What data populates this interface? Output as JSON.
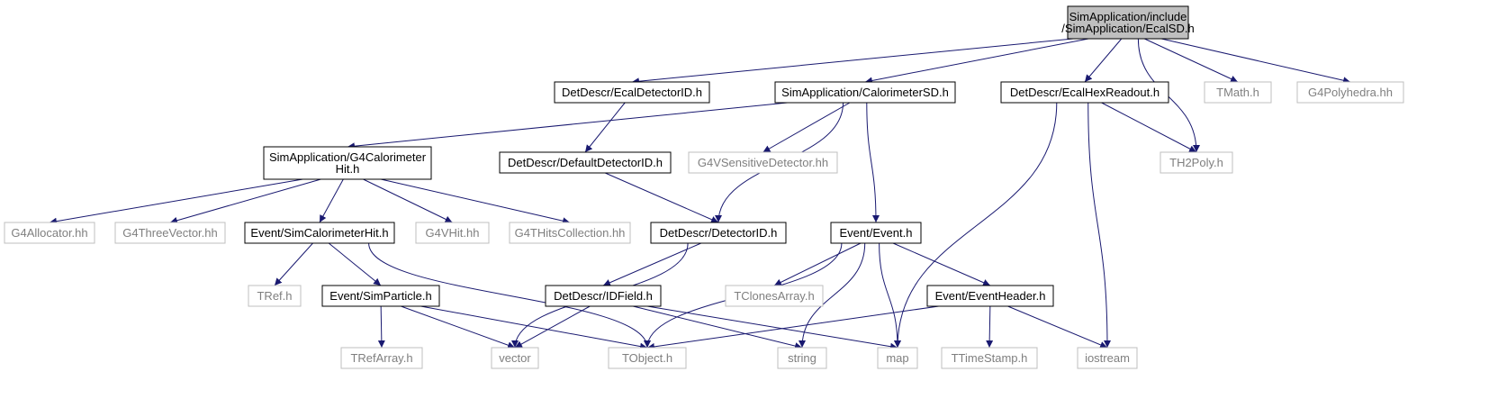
{
  "colors": {
    "background": "#ffffff",
    "edge": "#191970",
    "node_border": "#000000",
    "external_border": "#bfbfbf",
    "root_fill": "#bfbfbf",
    "node_fill": "#ffffff",
    "text": "#000000",
    "external_text": "#7f7f7f"
  },
  "nodes": [
    {
      "id": "ecalsd",
      "lines": [
        "SimApplication/include",
        "/SimApplication/EcalSD.h"
      ],
      "kind": "root"
    },
    {
      "id": "ecaldetid",
      "lines": [
        "DetDescr/EcalDetectorID.h"
      ],
      "kind": "internal"
    },
    {
      "id": "calsd",
      "lines": [
        "SimApplication/CalorimeterSD.h"
      ],
      "kind": "internal"
    },
    {
      "id": "ecalhex",
      "lines": [
        "DetDescr/EcalHexReadout.h"
      ],
      "kind": "internal"
    },
    {
      "id": "tmath",
      "lines": [
        "TMath.h"
      ],
      "kind": "external"
    },
    {
      "id": "g4polyhedra",
      "lines": [
        "G4Polyhedra.hh"
      ],
      "kind": "external"
    },
    {
      "id": "g4calhit",
      "lines": [
        "SimApplication/G4Calorimeter",
        "Hit.h"
      ],
      "kind": "internal"
    },
    {
      "id": "defaultdetid",
      "lines": [
        "DetDescr/DefaultDetectorID.h"
      ],
      "kind": "internal"
    },
    {
      "id": "g4vsens",
      "lines": [
        "G4VSensitiveDetector.hh"
      ],
      "kind": "external"
    },
    {
      "id": "th2poly",
      "lines": [
        "TH2Poly.h"
      ],
      "kind": "external"
    },
    {
      "id": "g4alloc",
      "lines": [
        "G4Allocator.hh"
      ],
      "kind": "external"
    },
    {
      "id": "g4three",
      "lines": [
        "G4ThreeVector.hh"
      ],
      "kind": "external"
    },
    {
      "id": "simcalhit",
      "lines": [
        "Event/SimCalorimeterHit.h"
      ],
      "kind": "internal"
    },
    {
      "id": "g4vhit",
      "lines": [
        "G4VHit.hh"
      ],
      "kind": "external"
    },
    {
      "id": "g4thits",
      "lines": [
        "G4THitsCollection.hh"
      ],
      "kind": "external"
    },
    {
      "id": "detid",
      "lines": [
        "DetDescr/DetectorID.h"
      ],
      "kind": "internal"
    },
    {
      "id": "event",
      "lines": [
        "Event/Event.h"
      ],
      "kind": "internal"
    },
    {
      "id": "tref",
      "lines": [
        "TRef.h"
      ],
      "kind": "external"
    },
    {
      "id": "simparticle",
      "lines": [
        "Event/SimParticle.h"
      ],
      "kind": "internal"
    },
    {
      "id": "idfield",
      "lines": [
        "DetDescr/IDField.h"
      ],
      "kind": "internal"
    },
    {
      "id": "tclones",
      "lines": [
        "TClonesArray.h"
      ],
      "kind": "external"
    },
    {
      "id": "eventheader",
      "lines": [
        "Event/EventHeader.h"
      ],
      "kind": "internal"
    },
    {
      "id": "trefarray",
      "lines": [
        "TRefArray.h"
      ],
      "kind": "external"
    },
    {
      "id": "vector",
      "lines": [
        "vector"
      ],
      "kind": "external"
    },
    {
      "id": "tobject",
      "lines": [
        "TObject.h"
      ],
      "kind": "external"
    },
    {
      "id": "string",
      "lines": [
        "string"
      ],
      "kind": "external"
    },
    {
      "id": "map",
      "lines": [
        "map"
      ],
      "kind": "external"
    },
    {
      "id": "ttimestamp",
      "lines": [
        "TTimeStamp.h"
      ],
      "kind": "external"
    },
    {
      "id": "iostream",
      "lines": [
        "iostream"
      ],
      "kind": "external"
    }
  ],
  "edges": [
    [
      "ecalsd",
      "ecaldetid"
    ],
    [
      "ecalsd",
      "calsd"
    ],
    [
      "ecalsd",
      "ecalhex"
    ],
    [
      "ecalsd",
      "th2poly"
    ],
    [
      "ecalsd",
      "tmath"
    ],
    [
      "ecalsd",
      "g4polyhedra"
    ],
    [
      "ecaldetid",
      "defaultdetid"
    ],
    [
      "calsd",
      "g4calhit"
    ],
    [
      "calsd",
      "g4vsens"
    ],
    [
      "calsd",
      "detid"
    ],
    [
      "calsd",
      "event"
    ],
    [
      "ecalhex",
      "th2poly"
    ],
    [
      "ecalhex",
      "map"
    ],
    [
      "ecalhex",
      "iostream"
    ],
    [
      "g4calhit",
      "g4alloc"
    ],
    [
      "g4calhit",
      "g4three"
    ],
    [
      "g4calhit",
      "simcalhit"
    ],
    [
      "g4calhit",
      "g4vhit"
    ],
    [
      "g4calhit",
      "g4thits"
    ],
    [
      "defaultdetid",
      "detid"
    ],
    [
      "simcalhit",
      "tref"
    ],
    [
      "simcalhit",
      "simparticle"
    ],
    [
      "simcalhit",
      "tobject"
    ],
    [
      "detid",
      "vector"
    ],
    [
      "detid",
      "idfield"
    ],
    [
      "event",
      "tobject"
    ],
    [
      "event",
      "tclones"
    ],
    [
      "event",
      "string"
    ],
    [
      "event",
      "map"
    ],
    [
      "event",
      "eventheader"
    ],
    [
      "simparticle",
      "trefarray"
    ],
    [
      "simparticle",
      "vector"
    ],
    [
      "simparticle",
      "tobject"
    ],
    [
      "idfield",
      "vector"
    ],
    [
      "idfield",
      "string"
    ],
    [
      "idfield",
      "map"
    ],
    [
      "eventheader",
      "tobject"
    ],
    [
      "eventheader",
      "ttimestamp"
    ],
    [
      "eventheader",
      "iostream"
    ]
  ]
}
